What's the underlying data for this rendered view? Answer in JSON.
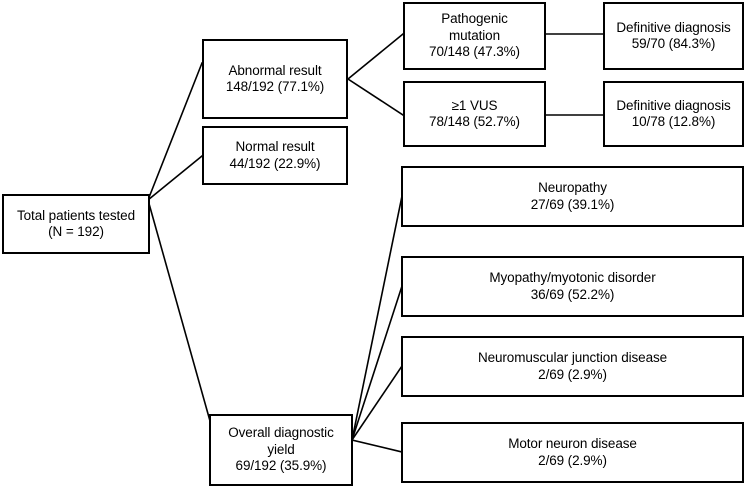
{
  "diagram": {
    "title": "Genetic testing diagnostic yield flowchart",
    "type": "flowchart",
    "style": {
      "box_border_color": "#000000",
      "box_fill_color": "#ffffff",
      "connector_color": "#000000",
      "text_color": "#000000",
      "background_color": "#ffffff"
    }
  },
  "nodes": {
    "total_patients": {
      "name": "total-patients-tested",
      "lines": [
        "Total patients tested",
        "(N = 192)"
      ],
      "label": "Total patients tested",
      "value": "(N = 192)",
      "count": 192
    },
    "abnormal_result": {
      "name": "abnormal-result",
      "lines": [
        "Abnormal result",
        "148/192 (77.1%)"
      ],
      "label": "Abnormal result",
      "value": "148/192 (77.1%)",
      "numerator": 148,
      "denominator": 192,
      "percent": 77.1
    },
    "normal_result": {
      "name": "normal-result",
      "lines": [
        "Normal result",
        "44/192 (22.9%)"
      ],
      "label": "Normal result",
      "value": "44/192 (22.9%)",
      "numerator": 44,
      "denominator": 192,
      "percent": 22.9
    },
    "pathogenic_mutation": {
      "name": "pathogenic-mutation",
      "lines": [
        "Pathogenic",
        "mutation",
        "70/148 (47.3%)"
      ],
      "label": "Pathogenic mutation",
      "value": "70/148 (47.3%)",
      "numerator": 70,
      "denominator": 148,
      "percent": 47.3
    },
    "vus": {
      "name": "at-least-one-vus",
      "lines": [
        "≥1 VUS",
        "78/148 (52.7%)"
      ],
      "label": "≥1 VUS",
      "value": "78/148 (52.7%)",
      "numerator": 78,
      "denominator": 148,
      "percent": 52.7
    },
    "definitive_from_pathogenic": {
      "name": "definitive-diagnosis-pathogenic",
      "lines": [
        "Definitive diagnosis",
        "59/70 (84.3%)"
      ],
      "label": "Definitive diagnosis",
      "value": "59/70 (84.3%)",
      "numerator": 59,
      "denominator": 70,
      "percent": 84.3
    },
    "definitive_from_vus": {
      "name": "definitive-diagnosis-vus",
      "lines": [
        "Definitive diagnosis",
        "10/78 (12.8%)"
      ],
      "label": "Definitive diagnosis",
      "value": "10/78 (12.8%)",
      "numerator": 10,
      "denominator": 78,
      "percent": 12.8
    },
    "overall_yield": {
      "name": "overall-diagnostic-yield",
      "lines": [
        "Overall diagnostic",
        "yield",
        "69/192 (35.9%)"
      ],
      "label": "Overall diagnostic yield",
      "value": "69/192 (35.9%)",
      "numerator": 69,
      "denominator": 192,
      "percent": 35.9
    },
    "neuropathy": {
      "name": "neuropathy",
      "lines": [
        "Neuropathy",
        "27/69 (39.1%)"
      ],
      "label": "Neuropathy",
      "value": "27/69 (39.1%)",
      "numerator": 27,
      "denominator": 69,
      "percent": 39.1
    },
    "myopathy": {
      "name": "myopathy-myotonic-disorder",
      "lines": [
        "Myopathy/myotonic disorder",
        "36/69 (52.2%)"
      ],
      "label": "Myopathy/myotonic disorder",
      "value": "36/69 (52.2%)",
      "numerator": 36,
      "denominator": 69,
      "percent": 52.2
    },
    "nmj_disease": {
      "name": "neuromuscular-junction-disease",
      "lines": [
        "Neuromuscular junction disease",
        "2/69 (2.9%)"
      ],
      "label": "Neuromuscular junction disease",
      "value": "2/69 (2.9%)",
      "numerator": 2,
      "denominator": 69,
      "percent": 2.9
    },
    "motor_neuron": {
      "name": "motor-neuron-disease",
      "lines": [
        "Motor neuron disease",
        "2/69 (2.9%)"
      ],
      "label": "Motor neuron disease",
      "value": "2/69 (2.9%)",
      "numerator": 2,
      "denominator": 69,
      "percent": 2.9
    }
  },
  "edges": [
    {
      "name": "edge-total-to-abnormal",
      "from": "total_patients",
      "to": "abnormal_result"
    },
    {
      "name": "edge-total-to-normal",
      "from": "total_patients",
      "to": "normal_result"
    },
    {
      "name": "edge-total-to-overall-yield",
      "from": "total_patients",
      "to": "overall_yield"
    },
    {
      "name": "edge-abnormal-to-pathogenic",
      "from": "abnormal_result",
      "to": "pathogenic_mutation"
    },
    {
      "name": "edge-abnormal-to-vus",
      "from": "abnormal_result",
      "to": "vus"
    },
    {
      "name": "edge-pathogenic-to-definitive",
      "from": "pathogenic_mutation",
      "to": "definitive_from_pathogenic"
    },
    {
      "name": "edge-vus-to-definitive",
      "from": "vus",
      "to": "definitive_from_vus"
    },
    {
      "name": "edge-yield-to-neuropathy",
      "from": "overall_yield",
      "to": "neuropathy"
    },
    {
      "name": "edge-yield-to-myopathy",
      "from": "overall_yield",
      "to": "myopathy"
    },
    {
      "name": "edge-yield-to-nmj",
      "from": "overall_yield",
      "to": "nmj_disease"
    },
    {
      "name": "edge-yield-to-motor-neuron",
      "from": "overall_yield",
      "to": "motor_neuron"
    }
  ]
}
